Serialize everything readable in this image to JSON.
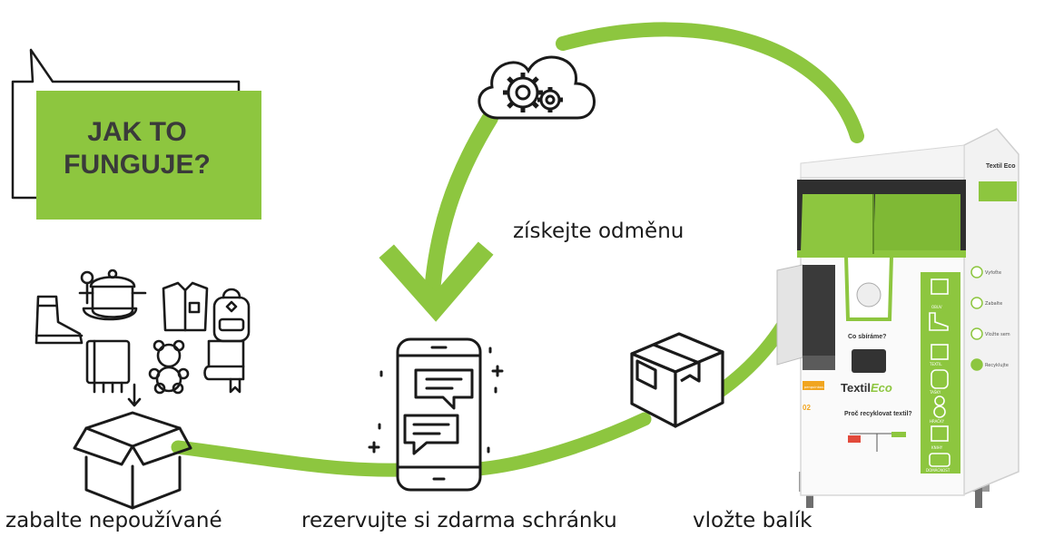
{
  "headline": "JAK TO\nFUNGUJE?",
  "steps": {
    "pack": "zabalte nepoužívané",
    "reserve": "rezervujte si zdarma schránku",
    "insert": "vložte balík",
    "reward": "získejte odměnu"
  },
  "container": {
    "brand": "Textil Eco",
    "brand_main": "Textil",
    "brand_accent": "Eco",
    "question": "Co sbíráme?",
    "tagline": "Proč recyklovat textil?",
    "site": "penguinbox.cz",
    "step_number": "02",
    "categories": [
      "OBUV",
      "TEXTIL",
      "TAŠKY",
      "HRAČKY",
      "KNIHY",
      "DOMÁCNOST"
    ],
    "instructions": [
      "Vyfoťte",
      "Zabalte",
      "Vložte sem",
      "Recyklujte"
    ]
  },
  "colors": {
    "accent": "#8dc63f",
    "ink": "#1a1a1a",
    "dark_text": "#3a3a3a"
  },
  "icons": [
    "speech-bubble-icon",
    "cloud-gears-icon",
    "boots-icon",
    "cooking-pot-icon",
    "shirt-icon",
    "backpack-icon",
    "towel-icon",
    "teddy-bear-icon",
    "book-icon",
    "down-arrow-icon",
    "open-box-icon",
    "smartphone-icon",
    "closed-box-icon"
  ]
}
